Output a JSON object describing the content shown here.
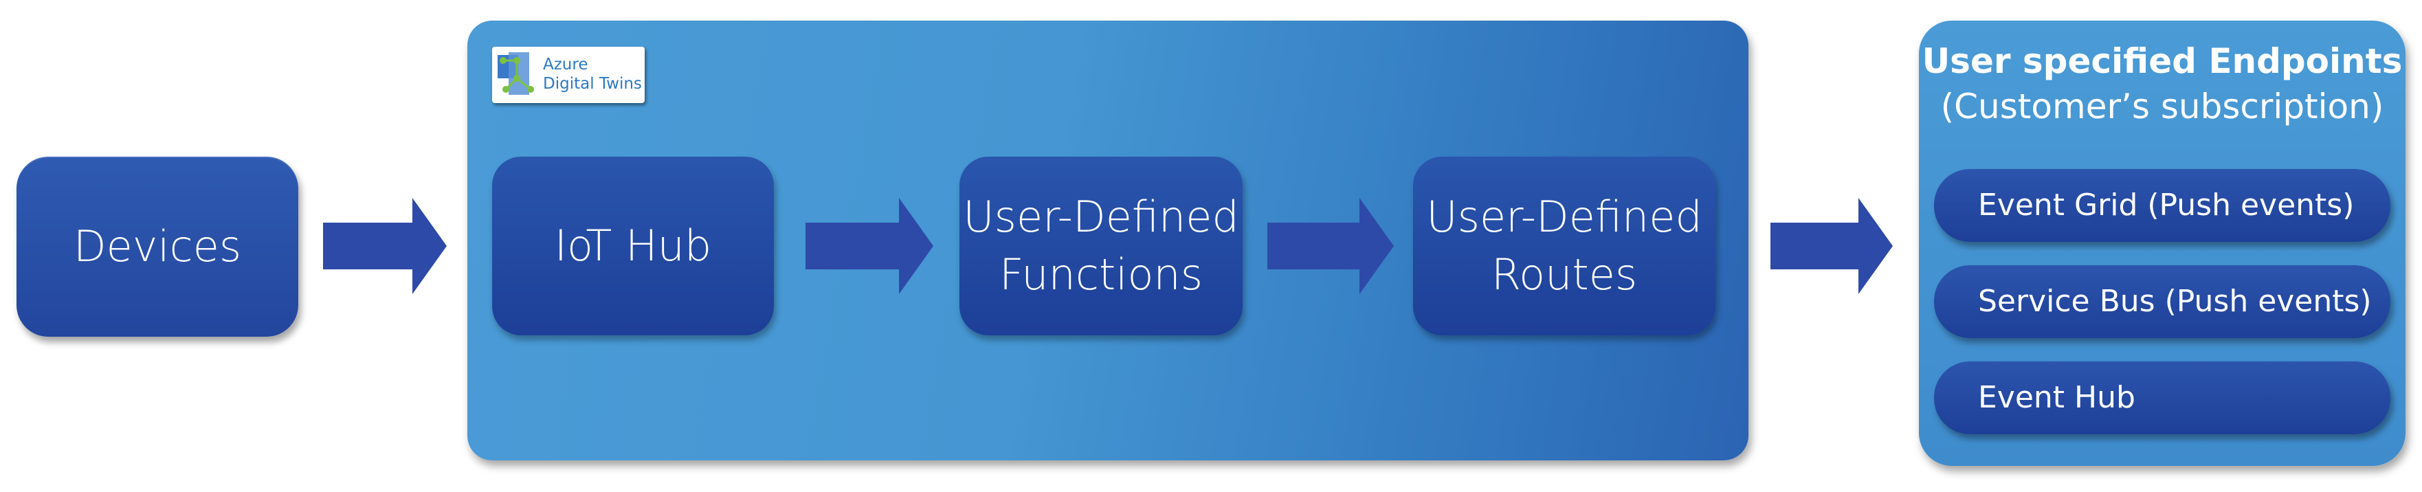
{
  "diagram": {
    "devices": {
      "label": "Devices"
    },
    "adt_logo": {
      "text": "Azure\nDigital Twins"
    },
    "iot_hub": {
      "label": "IoT Hub"
    },
    "udf": {
      "label": "User-Defined\nFunctions"
    },
    "udr": {
      "label": "User-Defined\nRoutes"
    },
    "endpoints": {
      "title": "User specified Endpoints",
      "subtitle": "(Customer’s subscription)",
      "items": [
        {
          "label": "Event Grid (Push events)"
        },
        {
          "label": "Service Bus (Push events)"
        },
        {
          "label": "Event Hub"
        }
      ]
    }
  },
  "colors": {
    "arrow": "#2e4aa8",
    "dark_box": "#2a52aa",
    "container_light": "#4a9bd6",
    "container_dark": "#2b64b2",
    "logo_text": "#2b79c2"
  },
  "icons": {
    "logo": "azure-digital-twins-icon",
    "arrow": "right-arrow-icon"
  }
}
